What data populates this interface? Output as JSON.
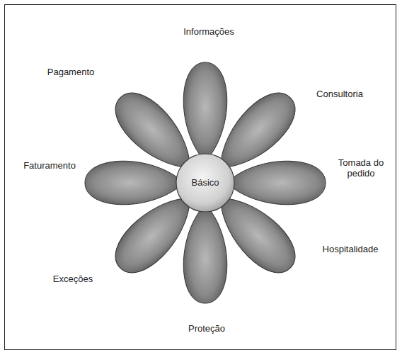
{
  "diagram": {
    "nodes": [
      {
        "text": [
          "Básico"
        ]
      },
      {
        "text": [
          "Informações"
        ]
      },
      {
        "text": [
          "Consultoria"
        ]
      },
      {
        "text": [
          "Tomada do pedido"
        ]
      },
      {
        "text": [
          "Hospitalidade"
        ]
      },
      {
        "text": [
          "Proteção"
        ]
      },
      {
        "text": [
          "Exceções"
        ]
      },
      {
        "text": [
          "Faturamento"
        ]
      },
      {
        "text": [
          "Pagamento"
        ]
      }
    ]
  }
}
